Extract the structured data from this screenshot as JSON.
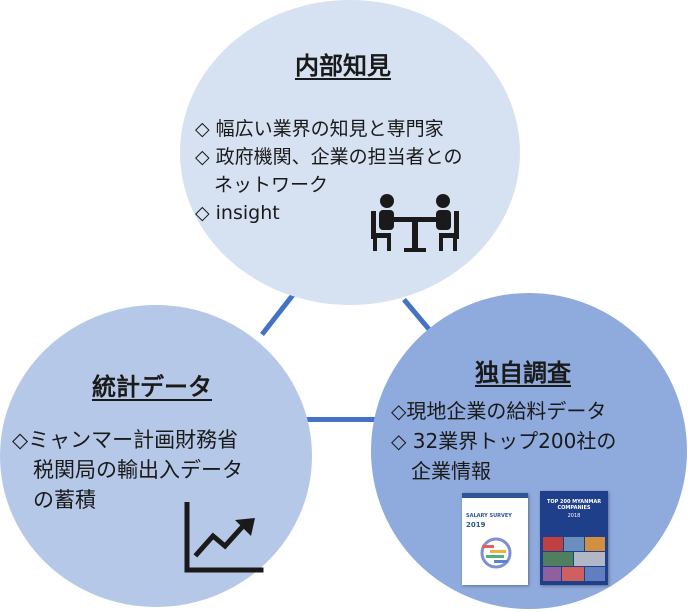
{
  "diagram": {
    "top": {
      "title": "内部知見",
      "lines": [
        "◇ 幅広い業界の知見と専門家",
        "◇ 政府機関、企業の担当者との",
        "　ネットワーク",
        "◇ insight"
      ]
    },
    "left": {
      "title": "統計データ",
      "lines": [
        "◇ミャンマー計画財務省",
        "　税関局の輸出入データ",
        "　の蓄積"
      ]
    },
    "right": {
      "title": "独自調査",
      "lines": [
        "◇現地企業の給料データ",
        "◇ 32業界トップ200社の",
        "　企業情報"
      ],
      "reports": [
        {
          "title": "SALARY SURVEY",
          "year": "2019"
        },
        {
          "title": "TOP 200 MYANMAR COMPANIES",
          "year": "2018"
        }
      ]
    },
    "colors": {
      "top_circle": "#d6e1f2",
      "left_circle": "#b6c8e8",
      "right_circle": "#8faadc",
      "connector": "#4472c4",
      "icon": "#1a1a1a"
    }
  }
}
